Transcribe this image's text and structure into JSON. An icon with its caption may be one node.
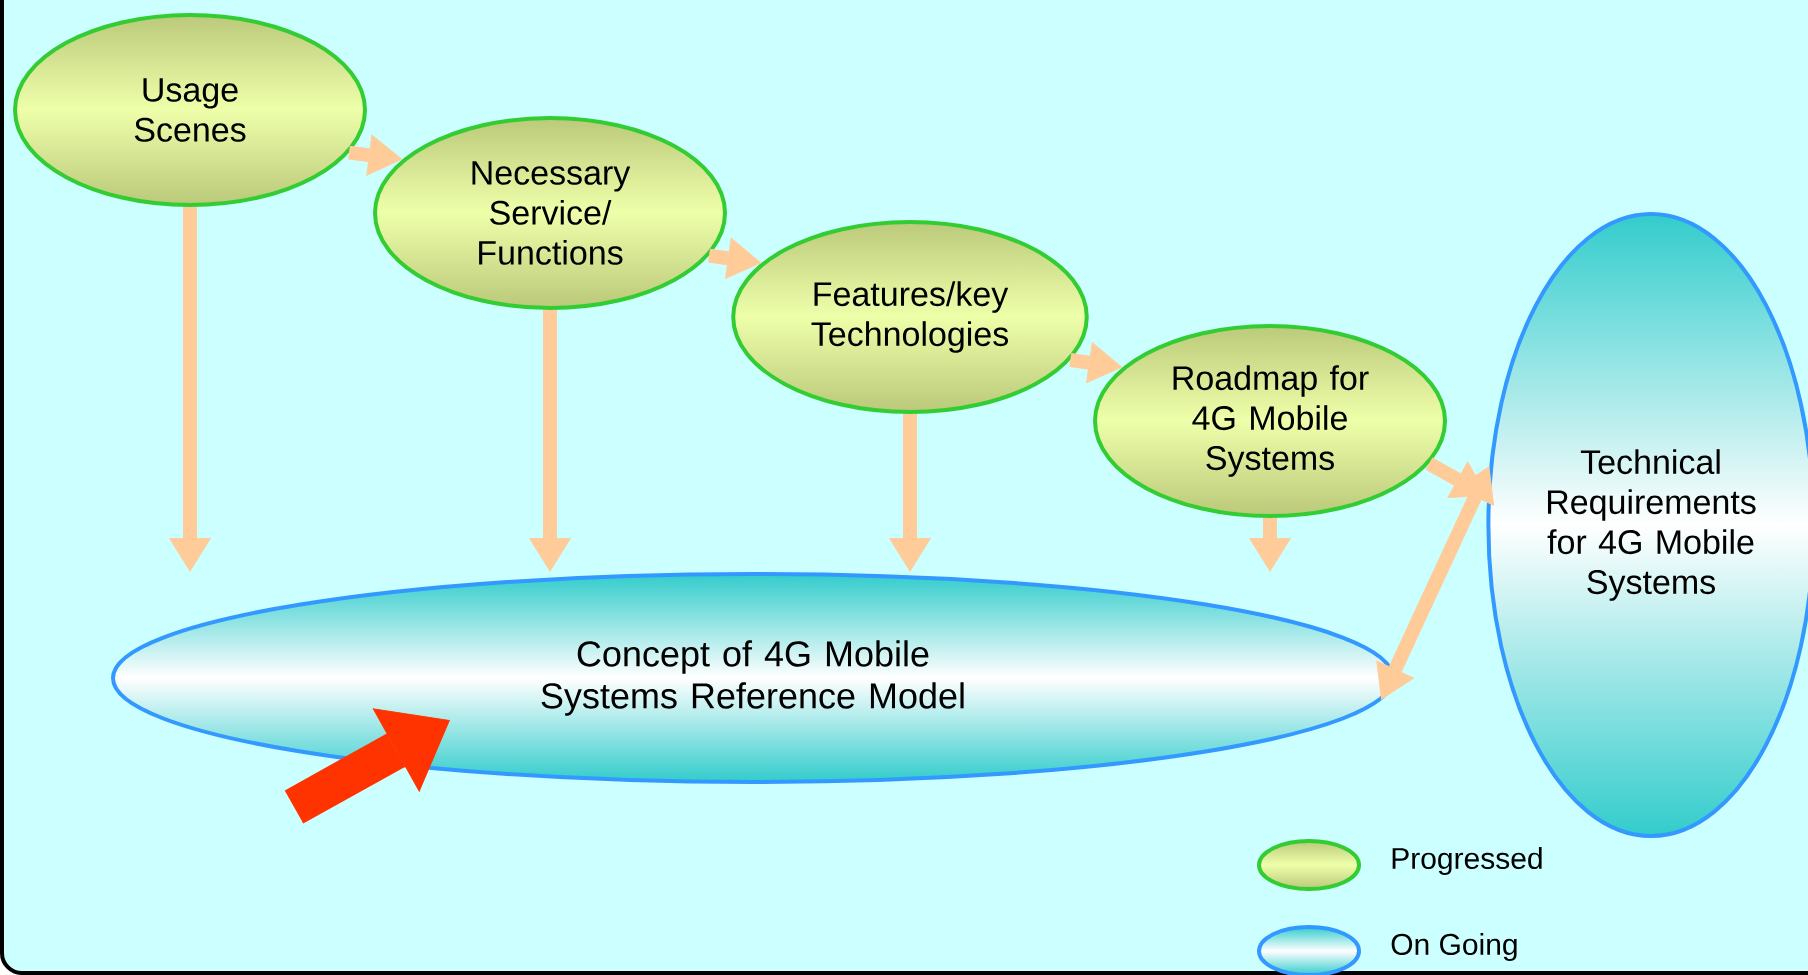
{
  "diagram": {
    "nodes": [
      {
        "text": [
          "Usage Scenes"
        ]
      },
      {
        "text": [
          "Necessary Service/ Functions"
        ]
      },
      {
        "text": [
          "Features/key Technologies"
        ]
      },
      {
        "text": [
          "Roadmap for 4G Mobile Systems"
        ]
      },
      {
        "text": [
          "Technical Requirements for 4G Mobile Systems"
        ]
      },
      {
        "text": [
          "Concept of 4G Mobile Systems Reference Model"
        ]
      }
    ],
    "edges": [
      {
        "from": 0,
        "to": 1,
        "arrow": "to"
      },
      {
        "from": 1,
        "to": 2,
        "arrow": "to"
      },
      {
        "from": 2,
        "to": 3,
        "arrow": "to"
      },
      {
        "from": 3,
        "to": 4,
        "arrow": "to"
      },
      {
        "from": 0,
        "to": 5,
        "arrow": "to"
      },
      {
        "from": 1,
        "to": 5,
        "arrow": "to"
      },
      {
        "from": 2,
        "to": 5,
        "arrow": "to"
      },
      {
        "from": 3,
        "to": 5,
        "arrow": "to"
      },
      {
        "from": 5,
        "to": 4,
        "arrow": "both"
      },
      {
        "from": null,
        "to": 5,
        "arrow": "to",
        "style": "thick",
        "color": "#ff3300"
      }
    ],
    "legend": [
      {
        "text": "Progressed"
      },
      {
        "text": "On Going"
      }
    ]
  }
}
